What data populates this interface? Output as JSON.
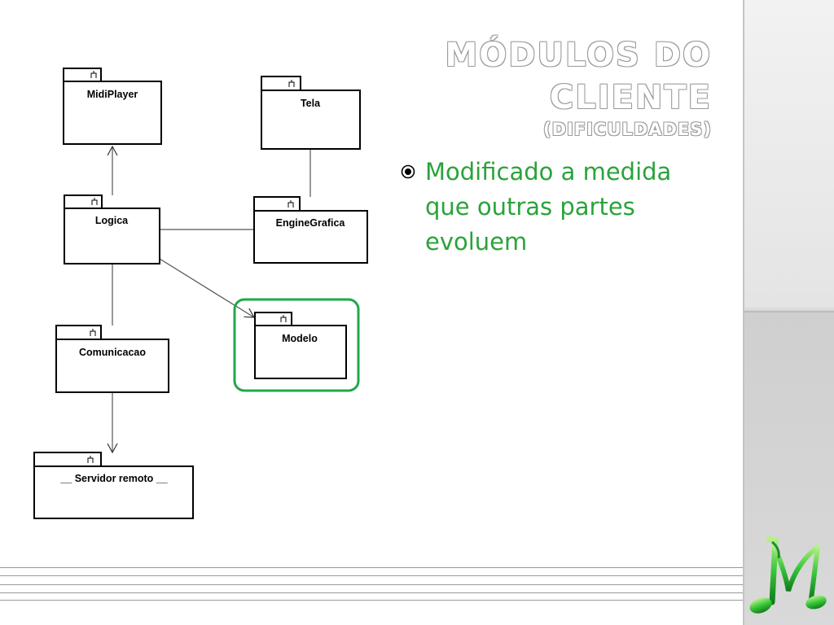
{
  "slide": {
    "title": {
      "line1": "MÓDULOS DO",
      "line2": "CLIENTE",
      "line3": "(DIFICULDADES)"
    },
    "bullets": [
      {
        "text": "Modificado a medida que outras partes evoluem"
      }
    ]
  },
  "diagram": {
    "packages": [
      {
        "id": "midiplayer",
        "label": "MidiPlayer"
      },
      {
        "id": "tela",
        "label": "Tela"
      },
      {
        "id": "logica",
        "label": "Logica"
      },
      {
        "id": "enginegrafica",
        "label": "EngineGrafica"
      },
      {
        "id": "modelo",
        "label": "Modelo",
        "highlighted": true
      },
      {
        "id": "comunicacao",
        "label": "Comunicacao"
      },
      {
        "id": "servidor",
        "label": "__ Servidor remoto __"
      }
    ],
    "connections": [
      {
        "from": "logica",
        "to": "midiplayer",
        "type": "arrow"
      },
      {
        "from": "tela",
        "to": "enginegrafica",
        "type": "line"
      },
      {
        "from": "logica",
        "to": "enginegrafica",
        "type": "line"
      },
      {
        "from": "logica",
        "to": "modelo",
        "type": "arrow"
      },
      {
        "from": "logica",
        "to": "comunicacao",
        "type": "line"
      },
      {
        "from": "comunicacao",
        "to": "servidor",
        "type": "arrow"
      }
    ],
    "highlight_color": "#1fa84a"
  },
  "colors": {
    "bullet_text": "#2aa33a",
    "title_outline": "#9a9a9a",
    "staff_lines": "#9a9a9a"
  },
  "icons": {
    "bullet": "circled-dot-icon",
    "logo": "music-note-m-logo-icon"
  }
}
